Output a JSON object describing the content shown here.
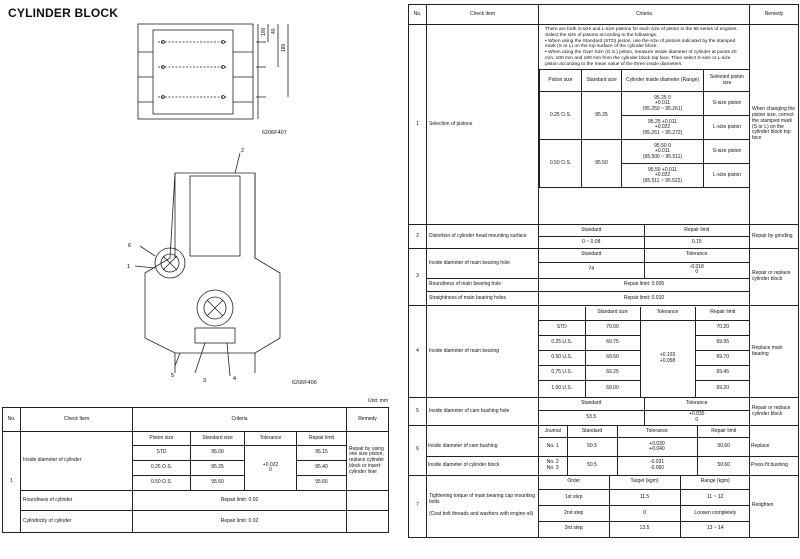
{
  "title": "CYLINDER BLOCK",
  "figures": {
    "top_code": "6206F407",
    "bottom_code": "6206F406",
    "dims": [
      "100",
      "180",
      "40"
    ],
    "callouts": [
      "2",
      "6",
      "1",
      "3",
      "4",
      "5"
    ]
  },
  "unit_label": "Unit:  mm",
  "left_table": {
    "headers": {
      "no": "No.",
      "check_item": "Check Item",
      "criteria": "Criteria",
      "remedy": "Remedy"
    },
    "row1": {
      "no": "1",
      "item": "Inside diameter of cylinder",
      "sub_headers": [
        "Piston size",
        "Standard size",
        "Tolerance",
        "Repair limit"
      ],
      "rows": [
        {
          "piston": "STD",
          "std": "95.00",
          "limit": "95.15"
        },
        {
          "piston": "0.25 O.S.",
          "std": "95.25",
          "limit": "95.40"
        },
        {
          "piston": "0.50 O.S.",
          "std": "95.50",
          "limit": "95.65"
        }
      ],
      "tolerance": [
        "+0.022",
        "0"
      ],
      "remedy": "Repair by using one size piston, replace cylinder block or insert cylinder liner"
    },
    "roundness": {
      "item": "Roundness of cylinder",
      "criteria": "Repair limit: 0.02"
    },
    "cylindricity": {
      "item": "Cylindricity of cylinder",
      "criteria": "Repair limit: 0.02"
    }
  },
  "right_table": {
    "headers": {
      "no": "No.",
      "check_item": "Check item",
      "criteria": "Criteria",
      "remedy": "Remedy"
    },
    "row1": {
      "no": "1",
      "item": "Selection of pistons",
      "intro": "There are both S-size and L-size pistons for each size of piston in the 95 series of engines. Select the size of pistons according to the followings.",
      "bullet1": "When using the Standard (STD) piston, use the size of pistons indicated by the stamped mark (S or L) on the top surface of the cylinder block.",
      "bullet2": "When using the Over Size (O.S.) piston, measure inside diameter of cylinder at points 40 mm, 100 mm and 160 mm from the cylinder block top face. Then select S-size or L-size piston according to the mean value of the three inside diameters.",
      "sub_headers": [
        "Piston size",
        "Standard size",
        "Cylinder inside diameter (Range)",
        "Selected piston size"
      ],
      "groups": [
        {
          "piston": "0.25 O.S.",
          "std": "95.25",
          "ranges": [
            {
              "nom": "95.25",
              "tol_up": "0",
              "tol_lo": "+0.011",
              "range": "(95.250 ~ 95.261)",
              "select": "S-size piston"
            },
            {
              "nom": "95.25",
              "tol_up": "+0.011",
              "tol_lo": "+0.022",
              "range": "(95.261 ~ 95.272)",
              "select": "L-size piston"
            }
          ]
        },
        {
          "piston": "0.50 O.S.",
          "std": "95.50",
          "ranges": [
            {
              "nom": "95.50",
              "tol_up": "0",
              "tol_lo": "+0.011",
              "range": "(95.500 ~ 95.511)",
              "select": "S-size piston"
            },
            {
              "nom": "95.50",
              "tol_up": "+0.011",
              "tol_lo": "+0.022",
              "range": "(95.511 ~ 95.522)",
              "select": "L-size piston"
            }
          ]
        }
      ],
      "remedy": "When changing the piston size, correct the stamped mark (S or L) on the cylinder block top face"
    },
    "row2": {
      "no": "2",
      "item": "Distortion of cylinder head mounting surface",
      "hdr_std": "Standard",
      "hdr_limit": "Repair limit",
      "std": "0 ~ 0.08",
      "limit": "0.15",
      "remedy": "Repair by grinding"
    },
    "row3": {
      "no": "3",
      "a_item": "Inside diameter of main bearing hole",
      "a_hdr_std": "Standard",
      "a_hdr_tol": "Tolerance",
      "a_std": "74",
      "a_tol_up": "-0.018",
      "a_tol_lo": "0",
      "b_item": "Roundness of main bearing hole",
      "b_criteria": "Repair limit: 0.005",
      "c_item": "Straightness of main bearing holes",
      "c_criteria": "Repair limit: 0.010",
      "remedy": "Repair or replace cylinder block"
    },
    "row4": {
      "no": "4",
      "item": "Inside diameter of main bearing",
      "sub_headers": [
        "Standard size",
        "Tolerance",
        "Repair limit"
      ],
      "rows": [
        {
          "size": "STD",
          "std": "70.00",
          "limit": "70.20"
        },
        {
          "size": "0.25 U.S.",
          "std": "69.75",
          "limit": "69.95"
        },
        {
          "size": "0.50 U.S.",
          "std": "69.50",
          "limit": "69.70"
        },
        {
          "size": "0.75 U.S.",
          "std": "69.25",
          "limit": "69.45"
        },
        {
          "size": "1.00 U.S.",
          "std": "69.00",
          "limit": "69.20"
        }
      ],
      "tolerance": [
        "+0.103",
        "+0.058"
      ],
      "remedy": "Replace main bearing"
    },
    "row5": {
      "no": "5",
      "item": "Inside diameter of cam bushing hole",
      "hdr_std": "Standard",
      "hdr_tol": "Tolerance",
      "std": "53.5",
      "tol_up": "+0.030",
      "tol_lo": "0",
      "remedy": "Repair or replace cylinder block"
    },
    "row6": {
      "no": "6",
      "sub_headers": [
        "Journal",
        "Standard",
        "Tolerance",
        "Repair limit"
      ],
      "a_item": "Inside diameter of cam bushing",
      "a_journal": "No. 1",
      "a_std": "50.5",
      "a_tol_up": "+0.030",
      "a_tol_lo": "+0.040",
      "a_limit": "50.60",
      "a_remedy": "Replace",
      "b_item": "Inside diameter of cylinder block",
      "b_journal": "No. 2\nNo. 3",
      "b_std": "50.5",
      "b_tol_up": "-0.031",
      "b_tol_lo": "-0.060",
      "b_limit": "50.60",
      "b_remedy": "Press fit bushing"
    },
    "row7": {
      "no": "7",
      "item": "Tightening torque of main bearing cap mounting bolts",
      "note": "(Coat bolt threads and washers with engine oil)",
      "sub_headers": [
        "Order",
        "Target (kgm)",
        "Range (kgm)"
      ],
      "steps": [
        {
          "order": "1st step",
          "target": "11.5",
          "range": "11 ~ 12"
        },
        {
          "order": "2nd step",
          "target": "0",
          "range": "Loosen completely"
        },
        {
          "order": "3rd step",
          "target": "13.5",
          "range": "13 ~ 14"
        }
      ],
      "remedy": "Retighten"
    }
  }
}
